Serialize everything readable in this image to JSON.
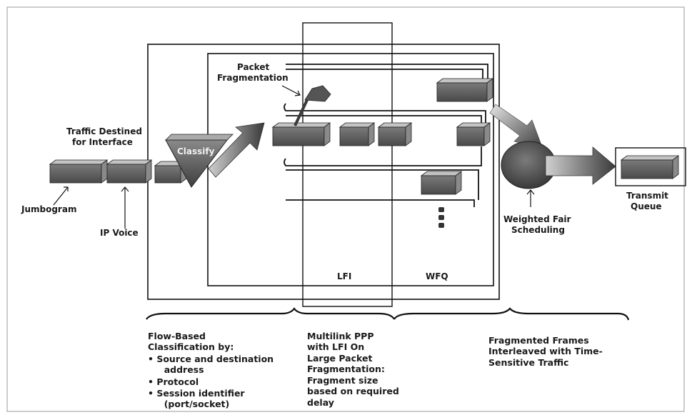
{
  "labels": {
    "traffic_destined_line1": "Traffic Destined",
    "traffic_destined_line2": "for Interface",
    "jumbogram": "Jumbogram",
    "ip_voice": "IP Voice",
    "classify": "Classify",
    "packet_fragmentation_line1": "Packet",
    "packet_fragmentation_line2": "Fragmentation",
    "lfi": "LFI",
    "wfq": "WFQ",
    "weighted_fair_line1": "Weighted Fair",
    "weighted_fair_line2": "Scheduling",
    "transmit_queue_line1": "Transmit",
    "transmit_queue_line2": "Queue"
  },
  "captions": {
    "flow_based": [
      "Flow-Based",
      "Classification by:",
      "• Source and destination",
      "  address",
      "• Protocol",
      "• Session identifier",
      "  (port/socket)"
    ],
    "multilink": [
      "Multilink PPP",
      "with LFI On",
      "Large Packet",
      "Fragmentation:",
      "Fragment size",
      "based on required",
      "delay"
    ],
    "fragmented": [
      "Fragmented Frames",
      "Interleaved with Time-",
      "Sensitive Traffic"
    ]
  },
  "colors": {
    "packet_front": "#5e5e5e",
    "packet_top": "#bdbdbd",
    "packet_side": "#8a8a8a",
    "line": "#111111"
  }
}
